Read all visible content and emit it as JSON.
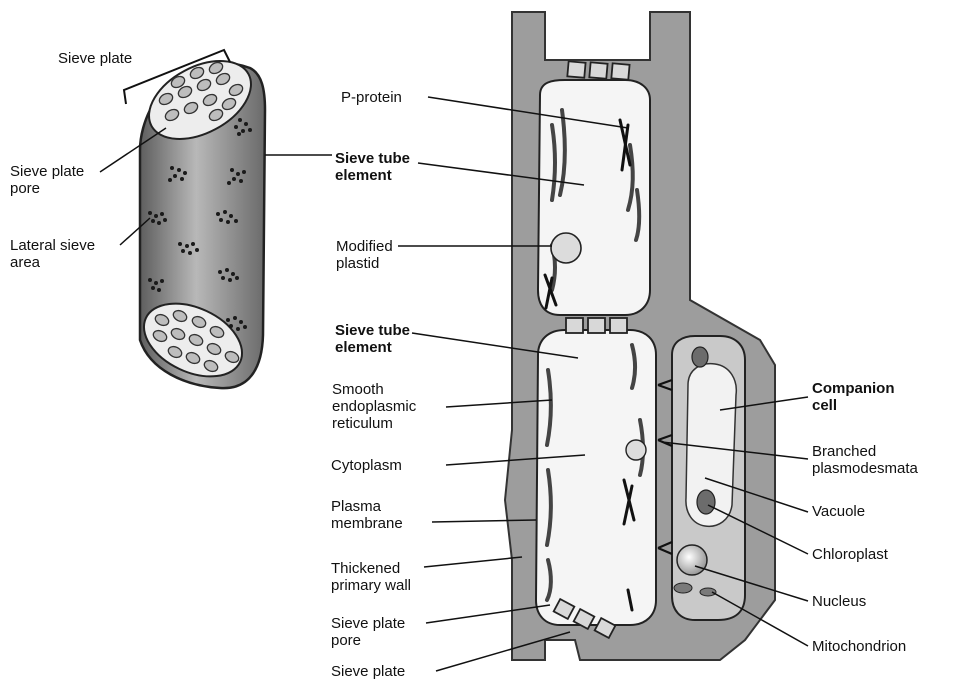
{
  "labels": {
    "sieve_plate_top": "Sieve plate",
    "sieve_plate_pore_left": "Sieve plate\npore",
    "lateral_sieve_area": "Lateral sieve\narea",
    "p_protein": "P-protein",
    "sieve_tube_element_1": "Sieve tube\nelement",
    "modified_plastid": "Modified\nplastid",
    "sieve_tube_element_2": "Sieve tube\nelement",
    "smooth_er": "Smooth\nendoplasmic\nreticulum",
    "cytoplasm": "Cytoplasm",
    "plasma_membrane": "Plasma\nmembrane",
    "thickened_primary_wall": "Thickened\nprimary wall",
    "sieve_plate_pore_bottom": "Sieve plate\npore",
    "sieve_plate_bottom": "Sieve plate",
    "companion_cell": "Companion\ncell",
    "branched_plasmodesmata": "Branched\nplasmodesmata",
    "vacuole": "Vacuole",
    "chloroplast": "Chloroplast",
    "nucleus": "Nucleus",
    "mitochondrion": "Mitochondrion"
  },
  "colors": {
    "wall": "#9a9a9a",
    "wall_dark": "#5a5a5a",
    "cell_interior": "#f4f4f4",
    "cytoplasm": "#e2e2e2",
    "organelle": "#6f6f6f",
    "line": "#111111"
  }
}
